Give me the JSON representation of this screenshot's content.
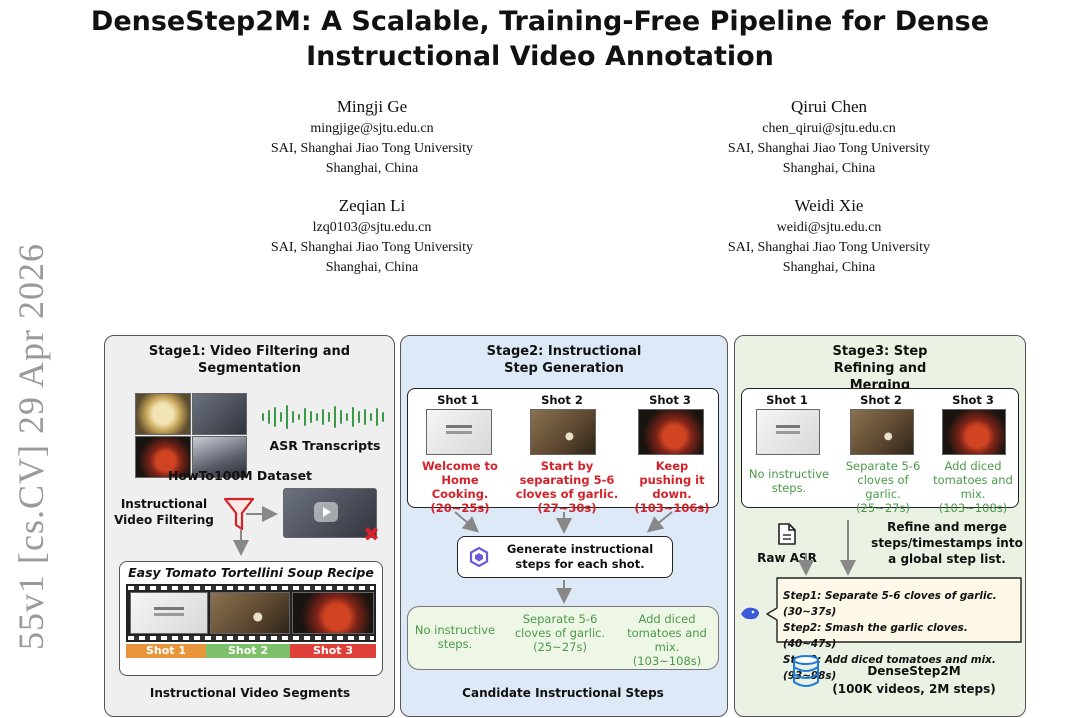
{
  "arxiv_stamp": "55v1  [cs.CV]  29 Apr 2026",
  "title": "DenseStep2M: A Scalable, Training-Free Pipeline for Dense Instructional Video Annotation",
  "authors": [
    {
      "name": "Mingji Ge",
      "email": "mingjige@sjtu.edu.cn",
      "affiliation": "SAI, Shanghai Jiao Tong University",
      "location": "Shanghai, China"
    },
    {
      "name": "Qirui Chen",
      "email": "chen_qirui@sjtu.edu.cn",
      "affiliation": "SAI, Shanghai Jiao Tong University",
      "location": "Shanghai, China"
    },
    {
      "name": "Zeqian Li",
      "email": "lzq0103@sjtu.edu.cn",
      "affiliation": "SAI, Shanghai Jiao Tong University",
      "location": "Shanghai, China"
    },
    {
      "name": "Weidi Xie",
      "email": "weidi@sjtu.edu.cn",
      "affiliation": "SAI, Shanghai Jiao Tong University",
      "location": "Shanghai, China"
    }
  ],
  "figure": {
    "stage1": {
      "title": "Stage1: Video Filtering and Segmentation",
      "asr": "ASR Transcripts",
      "dataset": "HowTo100M Dataset",
      "filter": "Instructional Video Filtering",
      "recipe": "Easy Tomato Tortellini Soup Recipe",
      "shots": [
        "Shot 1",
        "Shot 2",
        "Shot 3"
      ],
      "segments_label": "Instructional Video Segments"
    },
    "stage2": {
      "title": "Stage2: Instructional Step Generation",
      "shots": [
        {
          "label": "Shot 1",
          "text": "Welcome to Home Cooking. (20~25s)"
        },
        {
          "label": "Shot 2",
          "text": "Start by separating 5-6 cloves of garlic. (27~30s)"
        },
        {
          "label": "Shot 3",
          "text": "Keep pushing it down. (103~106s)"
        }
      ],
      "generate": "Generate instructional steps for each shot.",
      "candidates": [
        "No instructive steps.",
        "Separate 5-6 cloves of garlic. (25~27s)",
        "Add diced tomatoes and mix. (103~108s)"
      ],
      "candidates_label": "Candidate Instructional Steps"
    },
    "stage3": {
      "title": "Stage3: Step Refining and Merging",
      "shots": [
        {
          "label": "Shot 1",
          "text": "No instructive steps."
        },
        {
          "label": "Shot 2",
          "text": "Separate 5-6 cloves of garlic. (25~27s)"
        },
        {
          "label": "Shot 3",
          "text": "Add diced tomatoes and mix. (103~108s)"
        }
      ],
      "raw_asr": "Raw ASR",
      "refine": "Refine and merge steps/timestamps into a global step list.",
      "steps": [
        "Step1:  Separate 5-6 cloves of garlic. (30~37s)",
        "Step2:  Smash the garlic cloves. (40~47s)",
        "Step3:  Add diced tomatoes and mix. (93~98s)"
      ],
      "dataset_name": "DenseStep2M",
      "dataset_stats": "(100K videos, 2M steps)"
    }
  },
  "colors": {
    "red_text": "#d3222a",
    "green_text": "#4a9a4a",
    "seg_shot1": "#e8943a",
    "seg_shot2": "#7cc06a",
    "seg_shot3": "#e0403a"
  }
}
